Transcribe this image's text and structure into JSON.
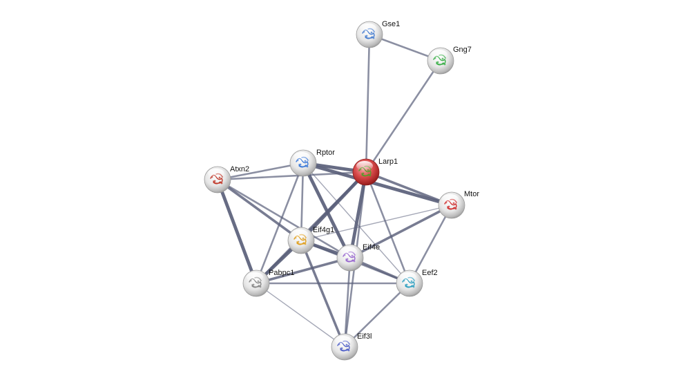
{
  "network": {
    "query_protein": "Larp1",
    "nodes": [
      {
        "id": "Gse1",
        "label": "Gse1",
        "query": false,
        "glyph_color": "#4a7fd0"
      },
      {
        "id": "Gng7",
        "label": "Gng7",
        "query": false,
        "glyph_color": "#3cb04a"
      },
      {
        "id": "Rptor",
        "label": "Rptor",
        "query": false,
        "glyph_color": "#3d7ad8"
      },
      {
        "id": "Larp1",
        "label": "Larp1",
        "query": true,
        "glyph_color": "#5a9a2a"
      },
      {
        "id": "Atxn2",
        "label": "Atxn2",
        "query": false,
        "glyph_color": "#c0392b"
      },
      {
        "id": "Mtor",
        "label": "Mtor",
        "query": false,
        "glyph_color": "#d03030"
      },
      {
        "id": "Eif4g1",
        "label": "Eif4g1",
        "query": false,
        "glyph_color": "#e0a020"
      },
      {
        "id": "Eif4e",
        "label": "Eif4e",
        "query": false,
        "glyph_color": "#9a6ad0"
      },
      {
        "id": "Pabpc1",
        "label": "Pabpc1",
        "query": false,
        "glyph_color": "#888888"
      },
      {
        "id": "Eef2",
        "label": "Eef2",
        "query": false,
        "glyph_color": "#30a0c0"
      },
      {
        "id": "Eif3l",
        "label": "Eif3l",
        "query": false,
        "glyph_color": "#5060c8"
      }
    ],
    "edges": [
      {
        "source": "Gse1",
        "target": "Gng7",
        "strength": 2
      },
      {
        "source": "Gse1",
        "target": "Larp1",
        "strength": 2
      },
      {
        "source": "Gng7",
        "target": "Larp1",
        "strength": 2
      },
      {
        "source": "Rptor",
        "target": "Larp1",
        "strength": 4
      },
      {
        "source": "Atxn2",
        "target": "Rptor",
        "strength": 2
      },
      {
        "source": "Atxn2",
        "target": "Larp1",
        "strength": 2
      },
      {
        "source": "Atxn2",
        "target": "Eif4g1",
        "strength": 3
      },
      {
        "source": "Atxn2",
        "target": "Pabpc1",
        "strength": 4
      },
      {
        "source": "Atxn2",
        "target": "Eif4e",
        "strength": 2
      },
      {
        "source": "Rptor",
        "target": "Mtor",
        "strength": 4
      },
      {
        "source": "Rptor",
        "target": "Eif4g1",
        "strength": 2
      },
      {
        "source": "Rptor",
        "target": "Eif4e",
        "strength": 4
      },
      {
        "source": "Rptor",
        "target": "Pabpc1",
        "strength": 2
      },
      {
        "source": "Rptor",
        "target": "Eef2",
        "strength": 1
      },
      {
        "source": "Larp1",
        "target": "Mtor",
        "strength": 3
      },
      {
        "source": "Larp1",
        "target": "Eif4g1",
        "strength": 4
      },
      {
        "source": "Larp1",
        "target": "Eif4e",
        "strength": 4
      },
      {
        "source": "Larp1",
        "target": "Pabpc1",
        "strength": 3
      },
      {
        "source": "Larp1",
        "target": "Eef2",
        "strength": 2
      },
      {
        "source": "Larp1",
        "target": "Eif3l",
        "strength": 2
      },
      {
        "source": "Mtor",
        "target": "Eif4g1",
        "strength": 1
      },
      {
        "source": "Mtor",
        "target": "Eif4e",
        "strength": 3
      },
      {
        "source": "Mtor",
        "target": "Eef2",
        "strength": 2
      },
      {
        "source": "Eif4g1",
        "target": "Eif4e",
        "strength": 4
      },
      {
        "source": "Eif4g1",
        "target": "Pabpc1",
        "strength": 4
      },
      {
        "source": "Eif4g1",
        "target": "Eef2",
        "strength": 2
      },
      {
        "source": "Eif4g1",
        "target": "Eif3l",
        "strength": 3
      },
      {
        "source": "Eif4e",
        "target": "Pabpc1",
        "strength": 3
      },
      {
        "source": "Eif4e",
        "target": "Eef2",
        "strength": 3
      },
      {
        "source": "Eif4e",
        "target": "Eif3l",
        "strength": 2
      },
      {
        "source": "Pabpc1",
        "target": "Eef2",
        "strength": 2
      },
      {
        "source": "Pabpc1",
        "target": "Eif3l",
        "strength": 1
      },
      {
        "source": "Eef2",
        "target": "Eif3l",
        "strength": 2
      }
    ],
    "colors": {
      "edge": "#5a5f7a",
      "query_node": "#d23a3a",
      "node": "#e8e8e8"
    }
  }
}
